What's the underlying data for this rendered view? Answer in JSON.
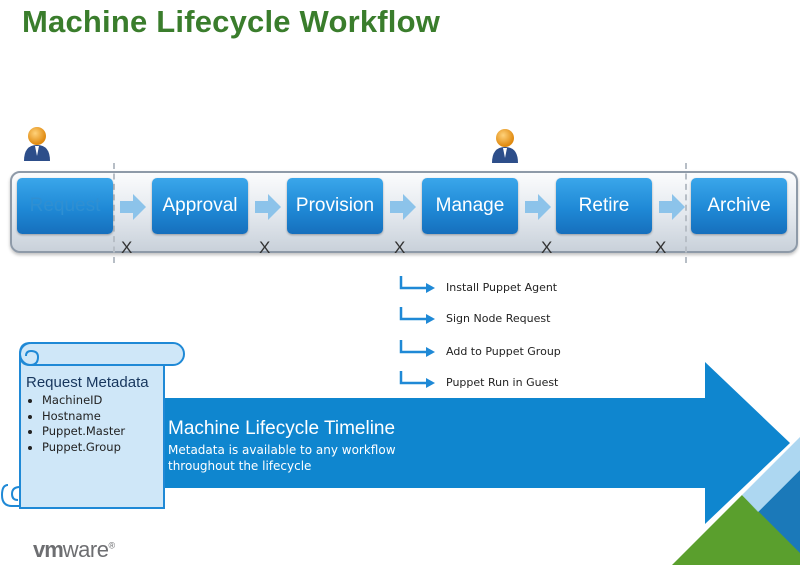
{
  "title": "Machine Lifecycle Workflow",
  "stages": [
    {
      "label": "Request",
      "faded": true
    },
    {
      "label": "Approval",
      "faded": false
    },
    {
      "label": "Provision",
      "faded": false
    },
    {
      "label": "Manage",
      "faded": false
    },
    {
      "label": "Retire",
      "faded": false
    },
    {
      "label": "Archive",
      "faded": false
    }
  ],
  "x_marks": [
    "X",
    "X",
    "X",
    "X",
    "X"
  ],
  "manage_steps": [
    "Install Puppet Agent",
    "Sign Node Request",
    "Add to Puppet Group",
    "Puppet Run in Guest"
  ],
  "metadata": {
    "title": "Request Metadata",
    "items": [
      "MachineID",
      "Hostname",
      "Puppet.Master",
      "Puppet.Group"
    ]
  },
  "timeline": {
    "title": "Machine Lifecycle Timeline",
    "description": "Metadata is available to any workflow throughout the lifecycle"
  },
  "logo": {
    "bold": "vm",
    "light": "ware",
    "mark": "®"
  },
  "colors": {
    "title": "#3a7d2c",
    "stage": "#1f89d6",
    "timeline": "#0f86cf",
    "scroll": "#cfe7f8",
    "corner_green": "#5a9f2d",
    "corner_blue": "#1b79b9"
  }
}
